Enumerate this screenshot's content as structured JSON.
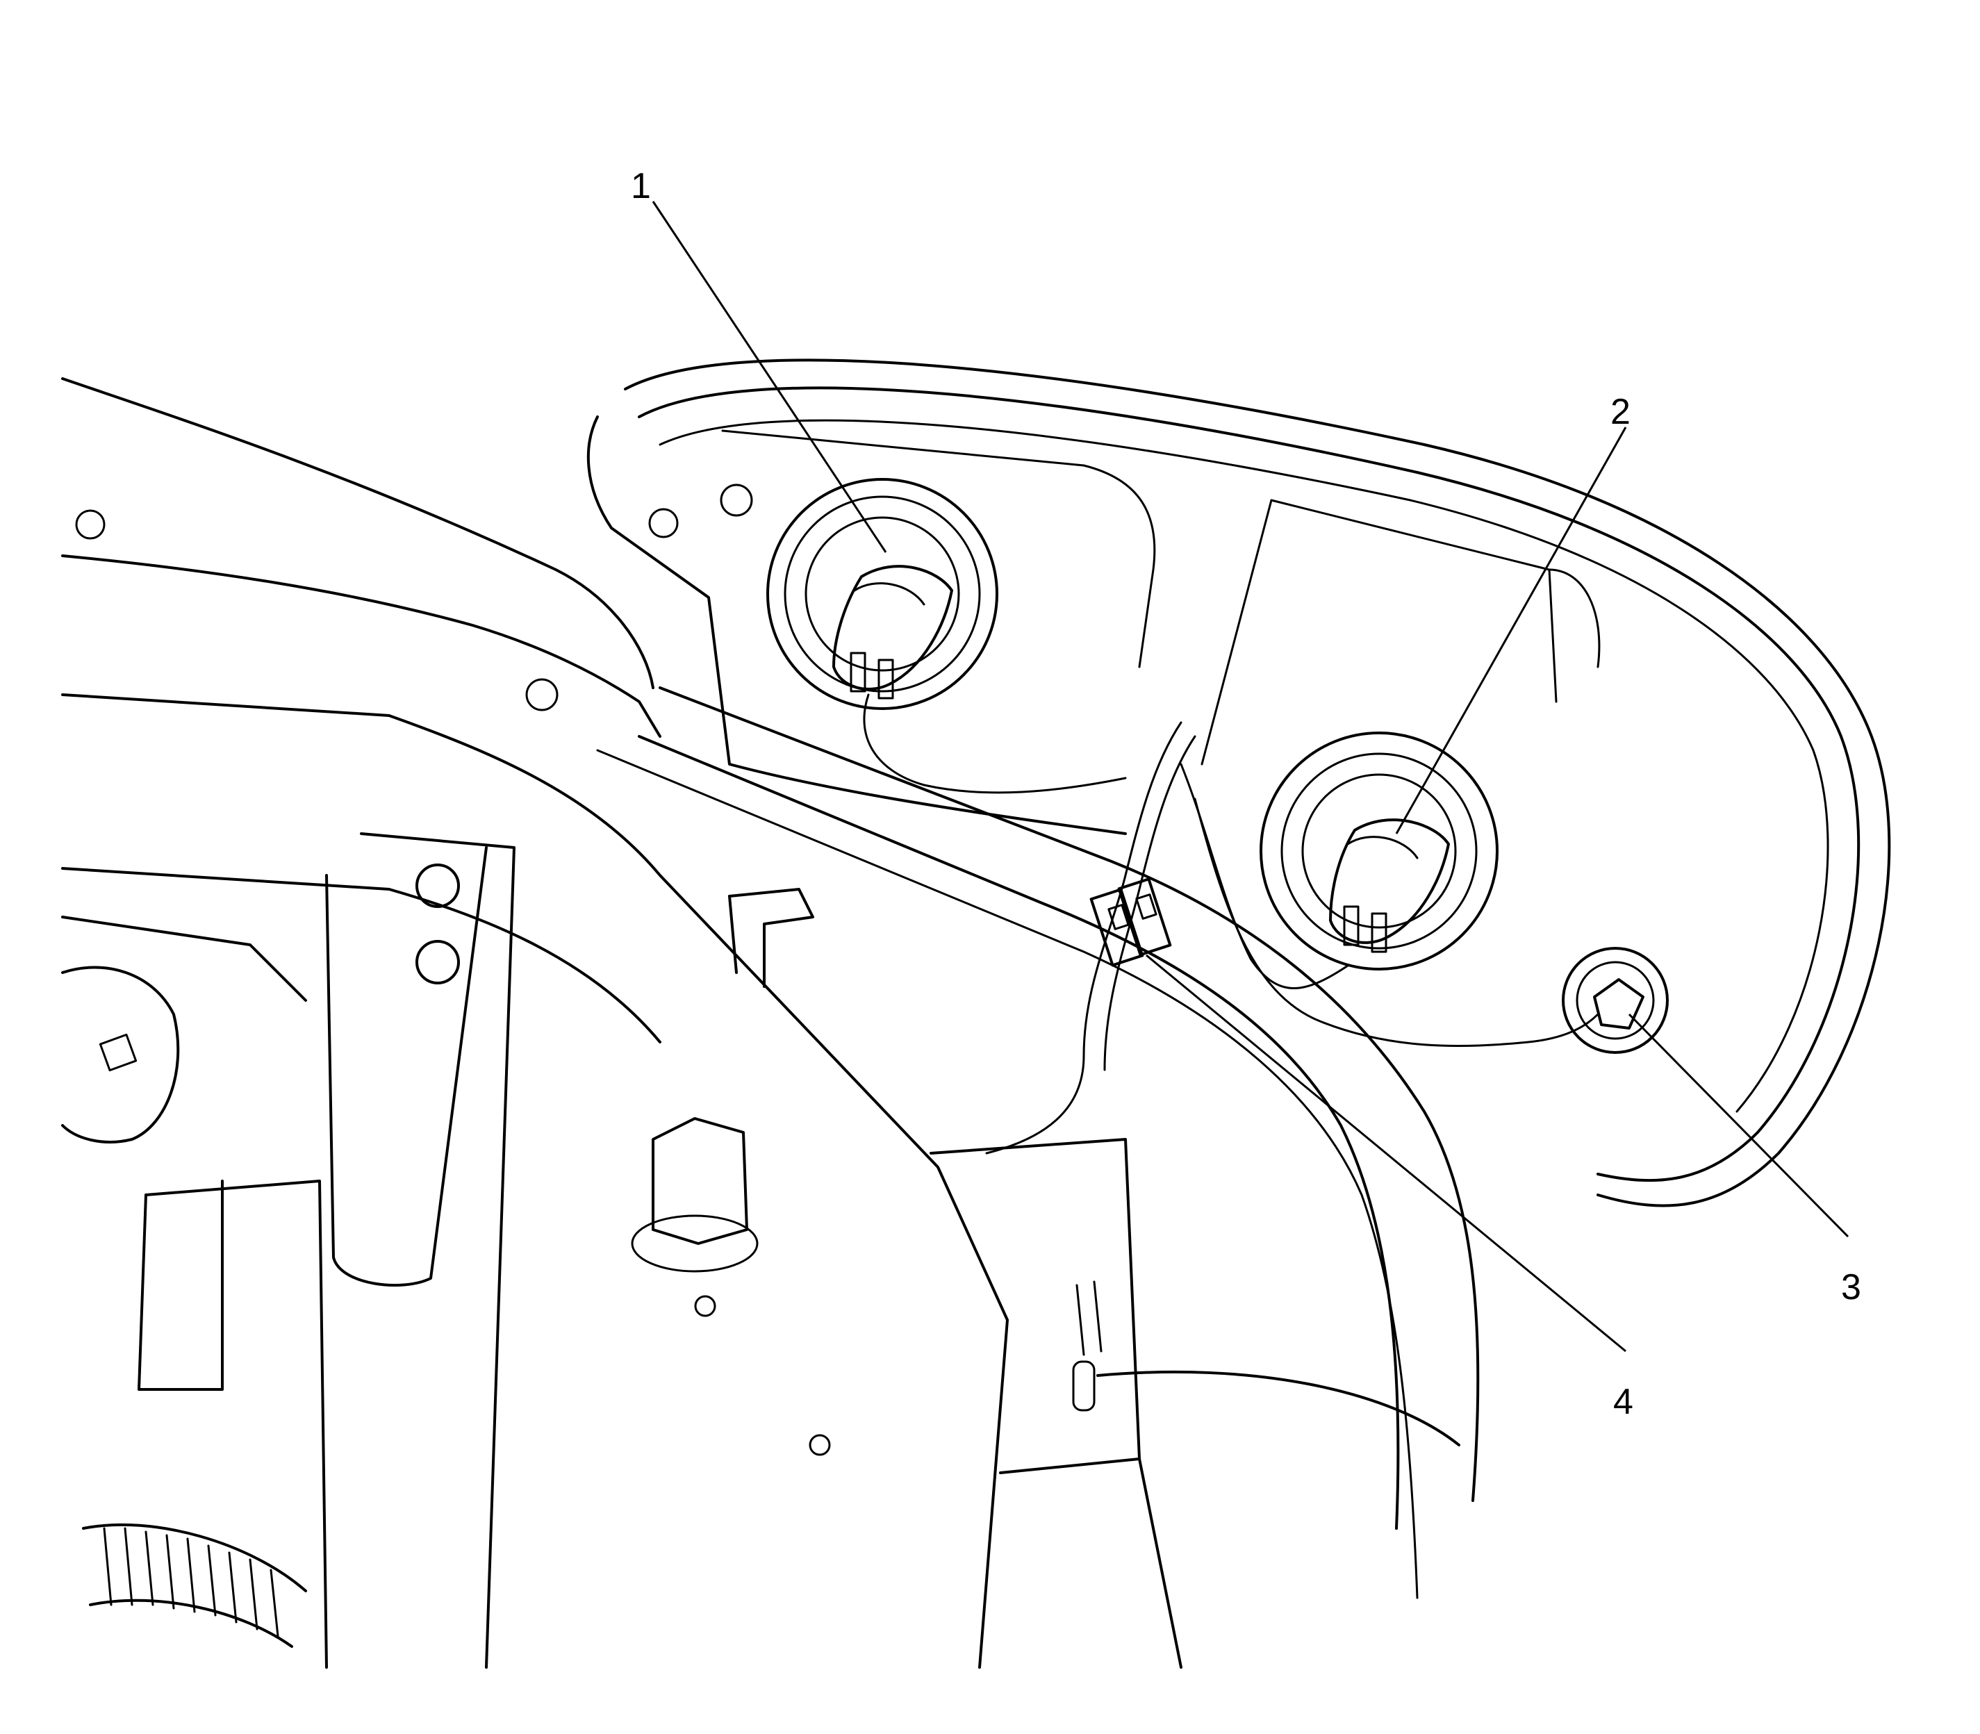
{
  "colors": {
    "line": "#000000",
    "background": "#ffffff"
  },
  "callouts": [
    {
      "id": "1",
      "label": "1",
      "target": "upper-left-bulb-socket"
    },
    {
      "id": "2",
      "label": "2",
      "target": "middle-bulb-socket"
    },
    {
      "id": "3",
      "label": "3",
      "target": "small-bulb-socket"
    },
    {
      "id": "4",
      "label": "4",
      "target": "wiring-connector"
    }
  ]
}
